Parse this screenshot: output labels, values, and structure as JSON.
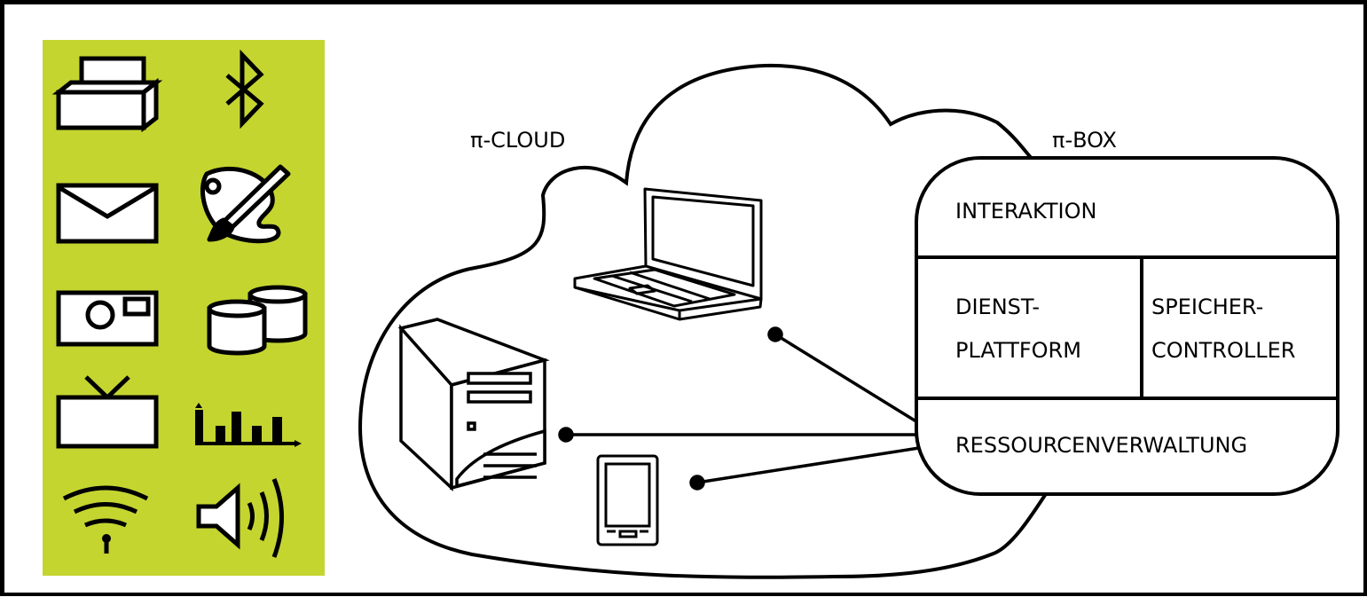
{
  "colors": {
    "panel": "#c4d530",
    "stroke": "#000000",
    "background": "#ffffff"
  },
  "icon_panel": {
    "icons": [
      "printer-icon",
      "bluetooth-icon",
      "envelope-icon",
      "palette-icon",
      "projector-icon",
      "database-icon",
      "tv-icon",
      "bar-chart-icon",
      "wifi-icon",
      "speaker-icon"
    ]
  },
  "cloud": {
    "label": "π-CLOUD",
    "devices": [
      "laptop-icon",
      "server-tower-icon",
      "tablet-icon"
    ]
  },
  "pibox": {
    "label": "π-BOX",
    "top": "INTERAKTION",
    "left_line1": "DIENST-",
    "left_line2": "PLATTFORM",
    "right_line1": "SPEICHER-",
    "right_line2": "CONTROLLER",
    "bottom": "RESSOURCENVERWALTUNG"
  }
}
